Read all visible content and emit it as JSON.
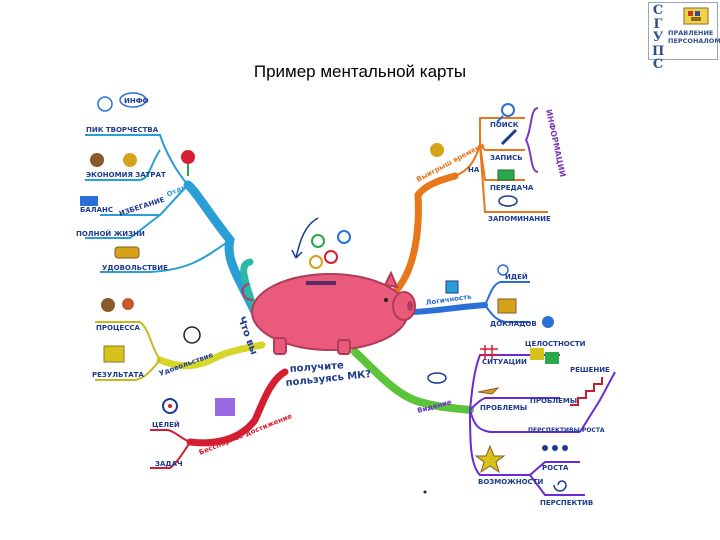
{
  "title": "Пример ментальной карты",
  "logo": {
    "letters": [
      "С",
      "Г",
      "У",
      "П",
      "С"
    ],
    "line1": "ПРАВЛЕНИЕ",
    "line2": "ПЕРСОНАЛОМ"
  },
  "center": {
    "line1": "Что вы",
    "line2": "получите",
    "line3": "пользуясь МК?"
  },
  "branches": {
    "otdykh": {
      "label": "Отдых",
      "items": [
        "ПИК ТВОРЧЕСТВА",
        "ЭКОНОМИЯ ЗАТРАТ",
        "БАЛАНС",
        "ПОЛНОЙ ЖИЗНИ",
        "ИЗБЕГАНИЕ",
        "УДОВОЛЬСТВИЕ"
      ],
      "bubble": "ИНФО"
    },
    "vyigrysh": {
      "label": "Выигрыш времени",
      "items": [
        "ПОИСК",
        "ЗАПИСЬ",
        "ПЕРЕДАЧА",
        "ЗАПОМИНАНИЕ"
      ],
      "side": "ИНФОРМАЦИИ",
      "sub": "НА"
    },
    "logichnost": {
      "label": "Логичность",
      "items": [
        "ИДЕЙ",
        "ДОКЛАДОВ"
      ]
    },
    "udovolstvie": {
      "label": "Удовольствие",
      "items": [
        "ПРОЦЕССА",
        "РЕЗУЛЬТАТА"
      ]
    },
    "dostizhenie": {
      "label": "Бесспорное достижение",
      "items": [
        "ЦЕЛЕЙ",
        "ЗАДАЧ"
      ]
    },
    "videnie": {
      "label": "Видение",
      "items": [
        "СИТУАЦИИ",
        "ЦЕЛОСТНОСТИ",
        "ПРОБЛЕМЫ",
        "РЕШЕНИЕ",
        "ПРОБЛЕМЫ",
        "ПЕРСПЕКТИВЫ РОСТА",
        "ВОЗМОЖНОСТИ",
        "РОСТА",
        "ПЕРСПЕКТИВ"
      ]
    }
  },
  "colors": {
    "piggy": "#ea5a7a",
    "otdykh": "#2a9fd6",
    "vyigrysh": "#e8761a",
    "logichnost": "#2a6fd6",
    "udovolstvie": "#d6d62a",
    "dostizhenie": "#d61e32",
    "videnie": "#6c2ad6",
    "ink": "#1d3b8f"
  }
}
